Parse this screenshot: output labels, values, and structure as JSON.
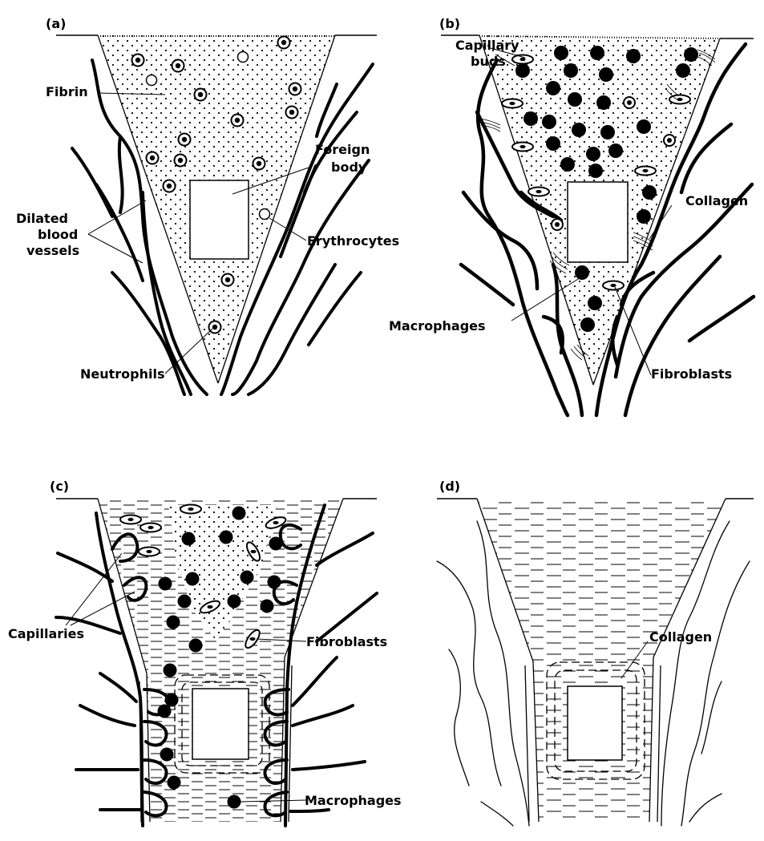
{
  "panels": [
    {
      "letter": "(a)",
      "labels": {
        "fibrin": "Fibrin",
        "foreign_body_1": "Foreign",
        "foreign_body_2": "body",
        "dilated_1": "Dilated",
        "dilated_2": "blood",
        "dilated_3": "vessels",
        "erythrocytes": "Erythrocytes",
        "neutrophils": "Neutrophils"
      }
    },
    {
      "letter": "(b)",
      "labels": {
        "capillary_1": "Capillary",
        "capillary_2": "buds",
        "collagen": "Collagen",
        "macrophages": "Macrophages",
        "fibroblasts": "Fibroblasts"
      }
    },
    {
      "letter": "(c)",
      "labels": {
        "capillaries": "Capillaries",
        "fibroblasts": "Fibroblasts",
        "macrophages": "Macrophages"
      }
    },
    {
      "letter": "(d)",
      "labels": {
        "collagen": "Collagen"
      }
    }
  ]
}
